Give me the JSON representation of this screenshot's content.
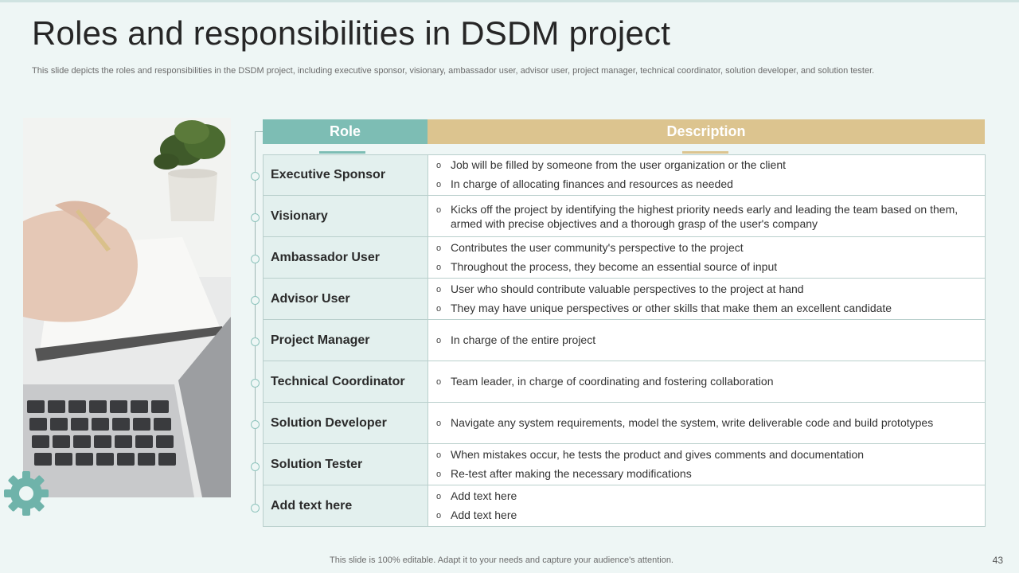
{
  "slide": {
    "title": "Roles and responsibilities in DSDM project",
    "subtitle": "This slide depicts the roles and responsibilities in the DSDM project, including executive sponsor, visionary, ambassador user, advisor user, project manager, technical coordinator, solution developer, and solution tester.",
    "footer": "This slide is 100% editable. Adapt it to your needs and capture your audience's attention.",
    "page_number": "43"
  },
  "table": {
    "headers": {
      "role": "Role",
      "description": "Description"
    },
    "rows": [
      {
        "role": "Executive Sponsor",
        "bullets": [
          "Job will be filled by someone from the user organization or the client",
          "In charge of allocating finances and resources as needed"
        ]
      },
      {
        "role": "Visionary",
        "bullets": [
          "Kicks off the project by identifying the highest priority needs early and leading the team based on them, armed with precise objectives and a thorough grasp of the user's company"
        ]
      },
      {
        "role": "Ambassador User",
        "bullets": [
          "Contributes the user community's perspective to the project",
          "Throughout the process, they become an essential source of input"
        ]
      },
      {
        "role": "Advisor User",
        "bullets": [
          "User who should contribute valuable perspectives to the project at hand",
          "They may have unique perspectives or other skills that make them an excellent candidate"
        ]
      },
      {
        "role": "Project Manager",
        "bullets": [
          "In charge of the entire project"
        ]
      },
      {
        "role": "Technical Coordinator",
        "bullets": [
          "Team leader, in charge of coordinating and fostering collaboration"
        ]
      },
      {
        "role": "Solution Developer",
        "bullets": [
          "Navigate any system requirements, model the system, write deliverable code and build prototypes"
        ]
      },
      {
        "role": "Solution Tester",
        "bullets": [
          "When mistakes occur, he tests the product and gives comments and documentation",
          "Re-test after making the necessary modifications"
        ]
      },
      {
        "role": "Add text here",
        "bullets": [
          "Add text here",
          "Add text here"
        ]
      }
    ]
  },
  "bullet_marker": "o",
  "colors": {
    "role_header": "#7dbdb4",
    "description_header": "#dcc48f",
    "role_cell": "#e3f0ee",
    "background": "#eef6f5",
    "gear": "#6fb3aa"
  },
  "icons": [
    "gear-icon",
    "timeline-dot-icon"
  ]
}
